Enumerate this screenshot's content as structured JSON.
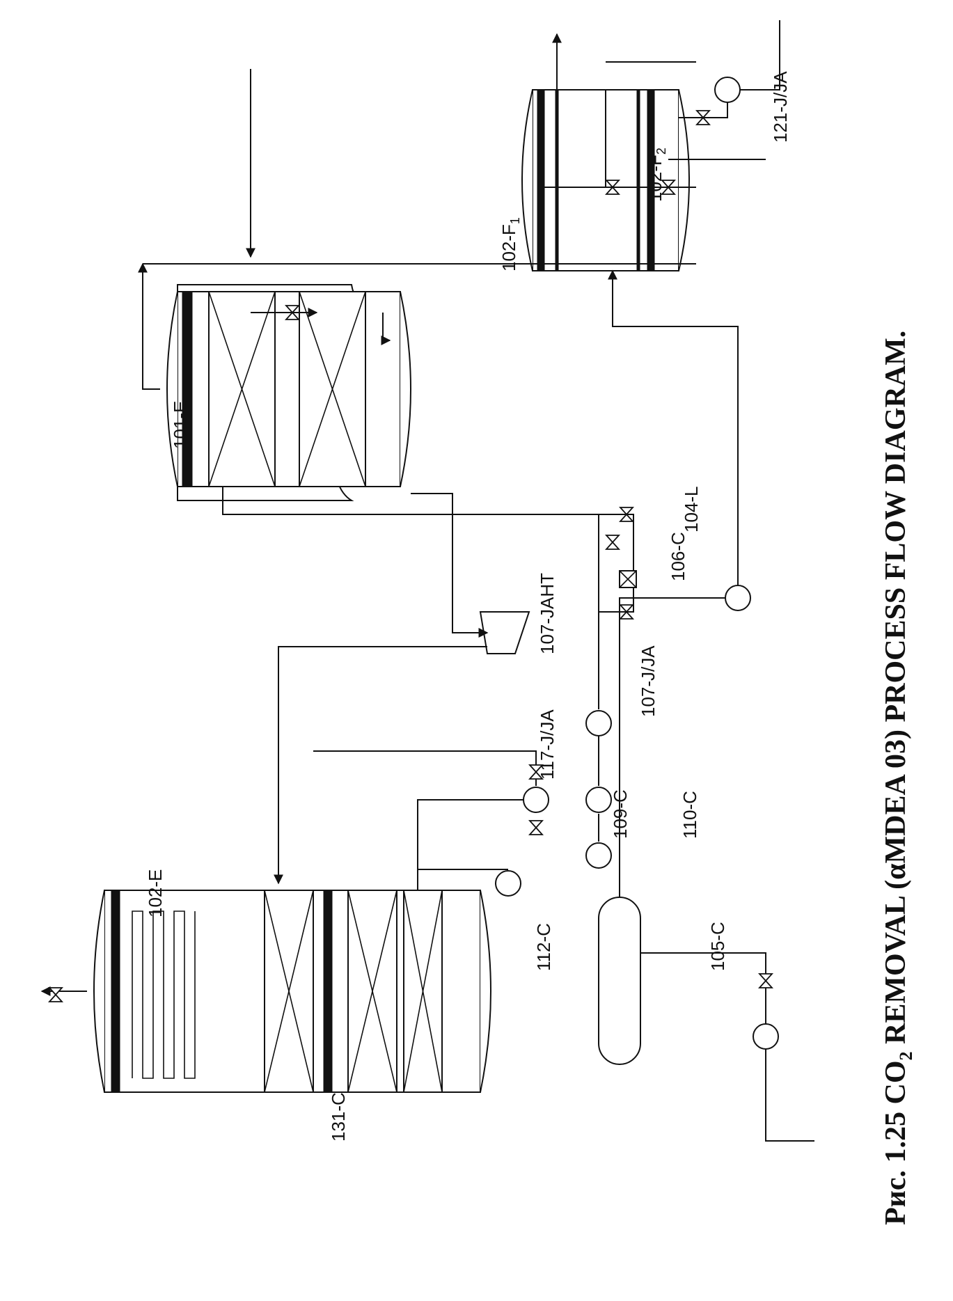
{
  "caption": {
    "prefix": "Рис. 1.25 ",
    "co": "CO",
    "sub": "2",
    "rest": " REMOVAL (αMDEA 03) PROCESS FLOW DIAGRAM."
  },
  "labels": {
    "e101": "101-E",
    "e102": "102-E",
    "f1_text": "102-F",
    "f1_sub": "1",
    "f2_text": "102-F",
    "f2_sub": "2",
    "j121": "121-J/JA",
    "l104": "104-L",
    "c106": "106-C",
    "jaht107": "107-JAHT",
    "j107": "107-J/JA",
    "j117": "117-J/JA",
    "c109": "109-C",
    "c110": "110-C",
    "c112": "112-C",
    "c105": "105-C",
    "c131": "131-C"
  },
  "colors": {
    "ink": "#111111",
    "paper": "#ffffff"
  }
}
